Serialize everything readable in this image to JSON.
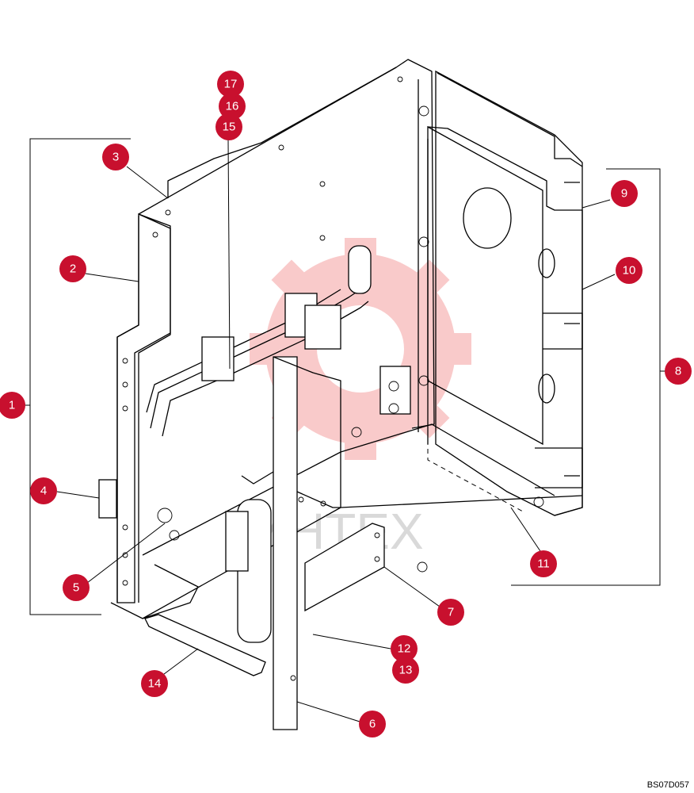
{
  "drawing_code": "BS07D057",
  "watermark": {
    "text": "ИНТЕХ",
    "color": "#f08a8a"
  },
  "callout_color": "#c8102e",
  "callouts": [
    "1",
    "2",
    "3",
    "4",
    "5",
    "6",
    "7",
    "8",
    "9",
    "10",
    "11",
    "12",
    "13",
    "14",
    "15",
    "16",
    "17"
  ]
}
